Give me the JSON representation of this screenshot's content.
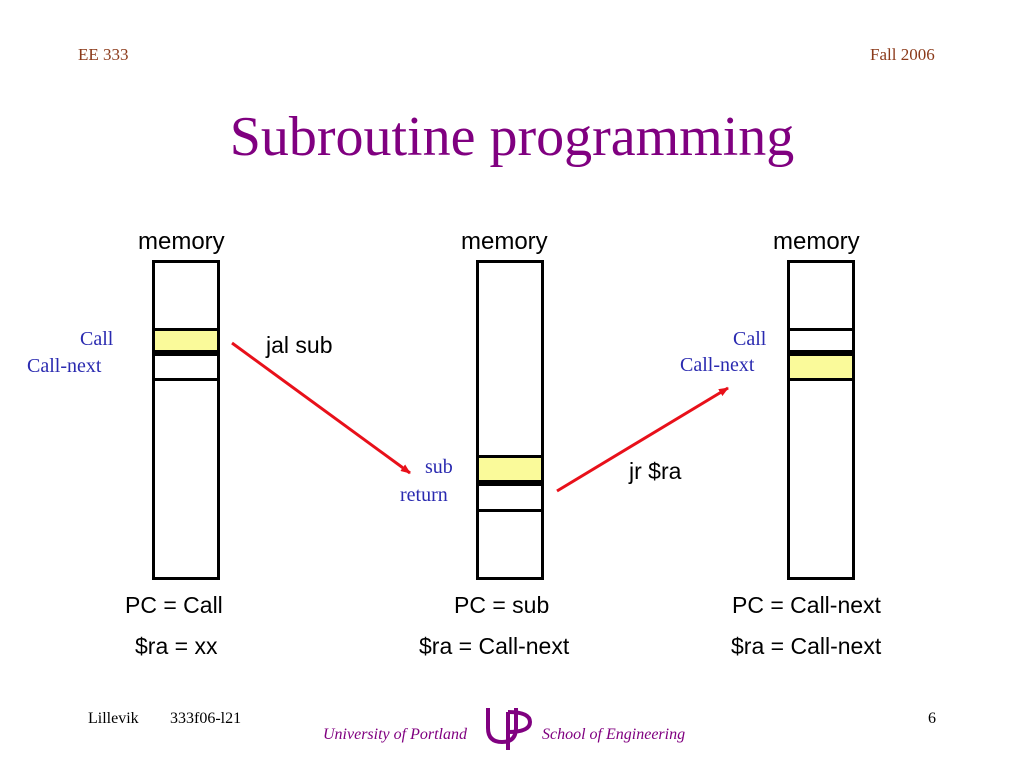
{
  "header": {
    "course": "EE 333",
    "term": "Fall 2006"
  },
  "title": "Subroutine programming",
  "columns": [
    {
      "memory_label": "memory",
      "slot_labels": [
        "Call",
        "Call-next"
      ],
      "pc": "PC = Call",
      "ra": "$ra = xx"
    },
    {
      "memory_label": "memory",
      "slot_labels": [
        "sub",
        "return"
      ],
      "pc": "PC = sub",
      "ra": "$ra = Call-next"
    },
    {
      "memory_label": "memory",
      "slot_labels": [
        "Call",
        "Call-next"
      ],
      "pc": "PC = Call-next",
      "ra": "$ra = Call-next"
    }
  ],
  "arrows": [
    {
      "label": "jal sub"
    },
    {
      "label": "jr $ra"
    }
  ],
  "colors": {
    "arrow": "#e8101a",
    "highlight": "#fafa9a",
    "label_blue": "#2a2ab0",
    "title": "#800080"
  },
  "footer": {
    "author": "Lillevik",
    "code": "333f06-l21",
    "university": "University of Portland",
    "school": "School of Engineering",
    "page": "6"
  }
}
